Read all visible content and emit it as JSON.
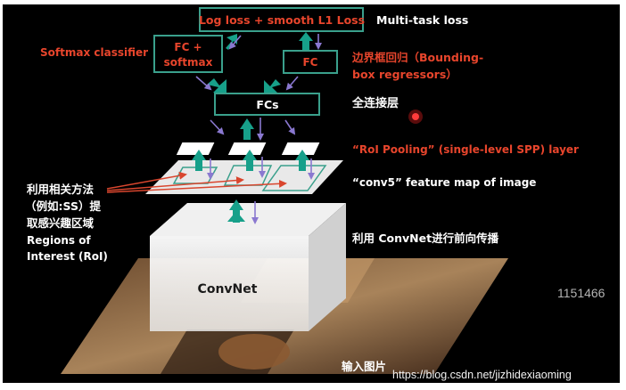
{
  "diagram": {
    "title_box": "Log loss + smooth L1 Loss",
    "multitask_label": "Multi-task loss",
    "softmax_label": "Softmax classifier",
    "fc_softmax_lines": [
      "FC +",
      "softmax"
    ],
    "fc_box": "FC",
    "bbox_label_lines": [
      "边界框回归（Bounding-",
      "box regressors）"
    ],
    "fcs_box": "FCs",
    "fully_connected_label": "全连接层",
    "roi_pool_label": "“RoI Pooling” (single-level SPP) layer",
    "feature_map_label": "“conv5” feature map of image",
    "left_label_lines": [
      "利用相关方法",
      "（例如:SS）提",
      "取感兴趣区域",
      "Regions of",
      "Interest (RoI)"
    ],
    "convnet_label": "ConvNet",
    "convnet_forward_label": "利用 ConvNet进行前向传播",
    "input_label": "输入图片",
    "side_number": "1151466",
    "watermark": "https://blog.csdn.net/jizhidexiaoming"
  },
  "colors": {
    "box_border": "#3aa08c",
    "arrow_teal": "#17a08a",
    "arrow_purple": "#8a78d0",
    "red_text": "#e8452c",
    "red_arrow": "#d9462e"
  }
}
